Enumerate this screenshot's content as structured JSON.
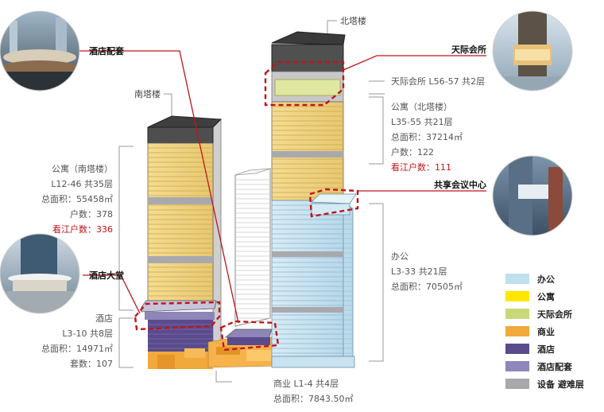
{
  "towers": {
    "north": "北塔楼",
    "south": "南塔楼"
  },
  "callouts": {
    "hotel_support": "酒店配套",
    "sky_club": "天际会所",
    "conference": "共享会议中心",
    "hotel_lobby": "酒店大堂"
  },
  "north_info": {
    "sky_club_floors": "天际会所  L56-57  共2层",
    "apt_title": "公寓（北塔楼）",
    "apt_floors": "L35-55 共21层",
    "apt_area": "总面积：37214㎡",
    "apt_units": "户数：122",
    "apt_river": "看江户数：111",
    "office_title": "办公",
    "office_floors": "L3-33 共21层",
    "office_area": "总面积：70505㎡"
  },
  "south_info": {
    "apt_title": "公寓（南塔楼）",
    "apt_floors": "L12-46 共35层",
    "apt_area": "总面积：55458㎡",
    "apt_units": "户数：378",
    "apt_river": "看江户数：336",
    "hotel_title": "酒店",
    "hotel_floors": "L3-10 共8层",
    "hotel_area": "总面积：14971㎡",
    "hotel_rooms": "套数：107"
  },
  "commercial_info": {
    "floors": "商业  L1-4  共4层",
    "area": "总面积：7843.50㎡"
  },
  "legend": [
    {
      "label": "办公",
      "color": "#bfe0ee"
    },
    {
      "label": "公寓",
      "color": "#ffe600"
    },
    {
      "label": "天际会所",
      "color": "#c9d97a"
    },
    {
      "label": "商业",
      "color": "#f2a93b"
    },
    {
      "label": "酒店",
      "color": "#5a4b8c"
    },
    {
      "label": "酒店配套",
      "color": "#8e86b8"
    },
    {
      "label": "设备 避难层",
      "color": "#a9a9ad"
    }
  ],
  "colors": {
    "accent_red": "#c0141a",
    "apartment_facade": "#f3d98b",
    "office_facade": "#cfe6f2",
    "roof": "#4a4a4a"
  }
}
